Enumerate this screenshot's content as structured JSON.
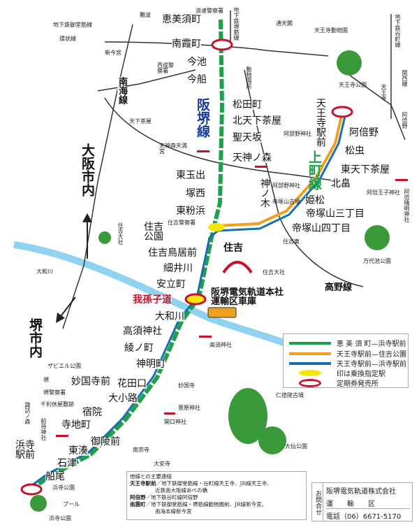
{
  "colors": {
    "hankai": "#1fa04a",
    "uemachi": "#f0a020",
    "blue": "#1a6fb0",
    "river": "#8fd3f0",
    "transfer": "#f5e60a",
    "ticket": "#c8102e"
  },
  "lines": {
    "hankai": "阪堺線",
    "uemachi": "上町線",
    "nankai": "南海線",
    "koya": "高野線",
    "kanjo": "環状線",
    "midosuji": "地下鉄御堂筋線",
    "tanimachi": "地下鉄谷町線",
    "sakaisuji": "地下鉄堺筋線",
    "kansai": "関西線"
  },
  "areas": {
    "osaka": "大阪市内",
    "sakai": "堺市内",
    "yamato_river": "大和川"
  },
  "hankai_stations": [
    "恵美須町",
    "南霞町",
    "今池",
    "今船",
    "松田町",
    "北天下茶屋",
    "聖天坂",
    "天神ノ森",
    "東玉出",
    "塚西",
    "東粉浜",
    "住吉公園",
    "住吉鳥居前",
    "細井川",
    "安立町",
    "我孫子道",
    "大和川",
    "高須神社",
    "綾ノ町",
    "神明町",
    "妙国寺前",
    "花田口",
    "大小路",
    "宿院",
    "寺地町",
    "御陵前",
    "東湊",
    "石津",
    "船尾",
    "浜寺駅前"
  ],
  "uemachi_stations": [
    "天王寺駅前",
    "阿倍野",
    "松虫",
    "東天下茶屋",
    "北畠",
    "姫松",
    "帝塚山三丁目",
    "帝塚山四丁目",
    "神ノ木",
    "住吉"
  ],
  "landmarks": {
    "nanba": "難波",
    "shinimamiya": "新今宮",
    "tsutenkaku": "通天閣",
    "zoo": "天王寺動物園",
    "tennoji_park": "天王寺公園",
    "tennoji": "天王寺",
    "abeno_jr": "阿倍野",
    "tengachaya": "天下茶屋",
    "naniwa_police": "浪速警察署",
    "nishinari_police": "西成警察署",
    "dobutsuen": "動物園前",
    "tenjinnomori": "天神森天満宮",
    "abeno_shrine": "阿部野神社",
    "seimei": "阿倍晴明神社",
    "oji": "阿倍王子神社",
    "tezukayama_kofun": "帝塚山古墳",
    "sumiyoshi_police": "住吉警察署",
    "sumiyoshi_taisha": "住吉大社",
    "sumiyoshi_higashi": "住吉東",
    "mannike": "万代池公園",
    "depot": "阪堺電気軌道本社運輸区車庫",
    "takasu": "高須神社",
    "nintoku": "仁徳陵古墳",
    "daisen": "大仙公園",
    "myokokuji": "妙国寺",
    "sugawara": "菅原神社",
    "kaiguchi": "開口神社",
    "nanshuji": "南宗寺",
    "daianji": "大安寺",
    "zabiel": "ザビエル公園",
    "sakai_police": "堺警察署",
    "sen_no_rikyu": "千利休屋敷跡",
    "sakai": "堺",
    "suwanomori": "諏訪ノ森",
    "funao_shrine": "船待神社",
    "hamadera_park": "浜寺公園",
    "pool": "プール",
    "hamadera_park2": "浜寺公園",
    "sumiyoshi_taisha2": "住吉大社"
  },
  "legend": {
    "l1": "恵 美 須 町—浜寺駅前",
    "l2": "天王寺駅前—住吉公園",
    "l3": "天王寺駅前—浜寺駅前",
    "transfer": "印は乗換指定駅",
    "ticket": "定期券発売所"
  },
  "notes": {
    "title": "他線との主要連絡",
    "s1": "天王寺駅前",
    "t1": "／地下鉄御堂筋線・谷町線天王寺、JR線天王寺、",
    "t1b": "近鉄南大阪線あべの橋",
    "s2": "阿倍野",
    "t2": "／地下鉄谷町線阿倍野",
    "s3": "南霞町",
    "t3": "／地下鉄御堂筋線・堺筋線動物園前、JR線新今宮、",
    "t3b": "南海本線新今宮"
  },
  "contact": {
    "label": "お問合せ",
    "company": "阪堺電気軌道株式会社",
    "dept": "運　　輸　　区",
    "phone": "電話（06）6671-5170"
  }
}
